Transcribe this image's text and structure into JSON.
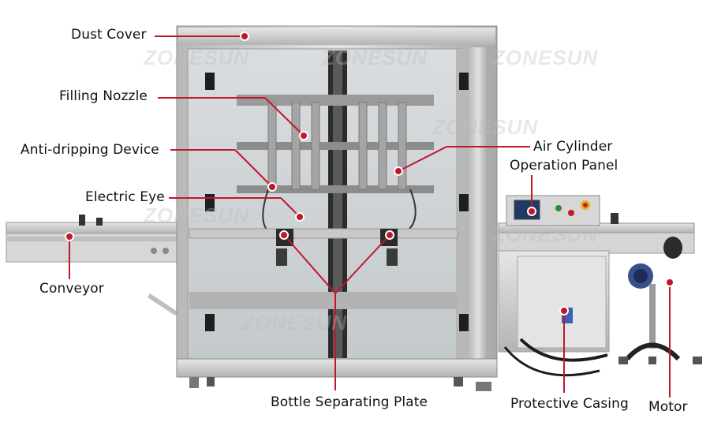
{
  "colors": {
    "leader": "#c0182a",
    "label_text": "#111111",
    "steel": "#c9c9c9",
    "steel_dark": "#8c8c8c",
    "background": "#ffffff"
  },
  "watermark": "ZONESUN",
  "labels": {
    "dust_cover": "Dust Cover",
    "filling_nozzle": "Filling Nozzle",
    "anti_dripping": "Anti-dripping Device",
    "electric_eye": "Electric Eye",
    "conveyor": "Conveyor",
    "air_cylinder": "Air Cylinder",
    "operation_panel": "Operation Panel",
    "bottle_plate": "Bottle Separating Plate",
    "protective_casing": "Protective Casing",
    "motor": "Motor"
  }
}
